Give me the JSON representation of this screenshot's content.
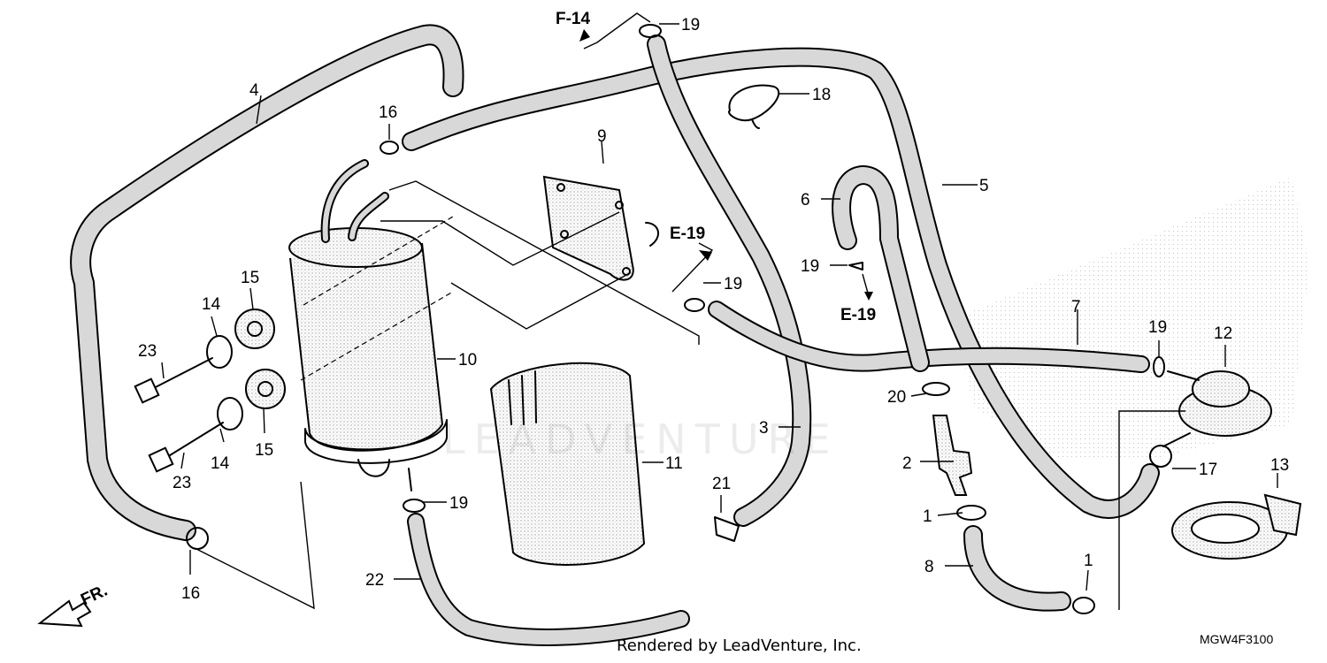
{
  "diagram": {
    "callouts": [
      {
        "id": "c1a",
        "label": "1"
      },
      {
        "id": "c1b",
        "label": "1"
      },
      {
        "id": "c2",
        "label": "2"
      },
      {
        "id": "c3",
        "label": "3"
      },
      {
        "id": "c4",
        "label": "4"
      },
      {
        "id": "c5",
        "label": "5"
      },
      {
        "id": "c6",
        "label": "6"
      },
      {
        "id": "c7",
        "label": "7"
      },
      {
        "id": "c8",
        "label": "8"
      },
      {
        "id": "c9",
        "label": "9"
      },
      {
        "id": "c10",
        "label": "10"
      },
      {
        "id": "c11",
        "label": "11"
      },
      {
        "id": "c12",
        "label": "12"
      },
      {
        "id": "c13",
        "label": "13"
      },
      {
        "id": "c14a",
        "label": "14"
      },
      {
        "id": "c14b",
        "label": "14"
      },
      {
        "id": "c15a",
        "label": "15"
      },
      {
        "id": "c15b",
        "label": "15"
      },
      {
        "id": "c16a",
        "label": "16"
      },
      {
        "id": "c16b",
        "label": "16"
      },
      {
        "id": "c17",
        "label": "17"
      },
      {
        "id": "c18",
        "label": "18"
      },
      {
        "id": "c19a",
        "label": "19"
      },
      {
        "id": "c19b",
        "label": "19"
      },
      {
        "id": "c19c",
        "label": "19"
      },
      {
        "id": "c19d",
        "label": "19"
      },
      {
        "id": "c19e",
        "label": "19"
      },
      {
        "id": "c20",
        "label": "20"
      },
      {
        "id": "c21",
        "label": "21"
      },
      {
        "id": "c22",
        "label": "22"
      },
      {
        "id": "c23a",
        "label": "23"
      },
      {
        "id": "c23b",
        "label": "23"
      }
    ],
    "references": [
      {
        "id": "ref-f14",
        "label": "F-14"
      },
      {
        "id": "ref-e19a",
        "label": "E-19"
      },
      {
        "id": "ref-e19b",
        "label": "E-19"
      }
    ],
    "front_label": "FR.",
    "watermark": "LEADVENTURE"
  },
  "footer": {
    "rendered_by": "Rendered by LeadVenture, Inc.",
    "drawing_code": "MGW4F3100"
  },
  "colors": {
    "ink": "#000000",
    "paper": "#ffffff",
    "stipple": "#cfcfcf"
  }
}
